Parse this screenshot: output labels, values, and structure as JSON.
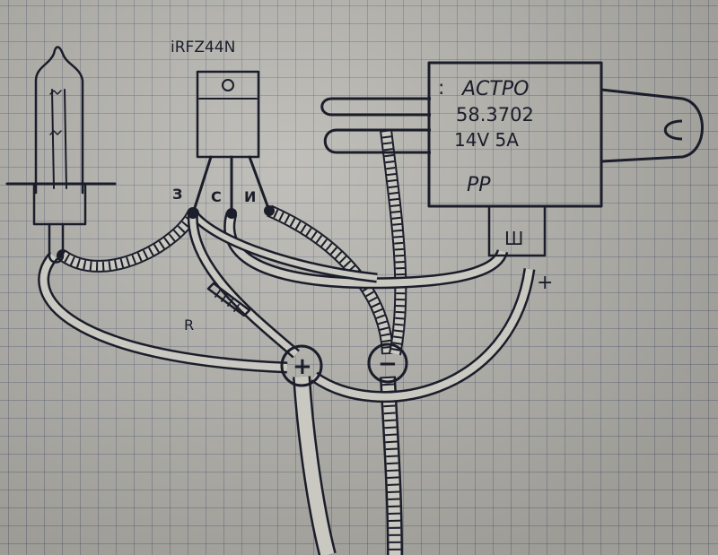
{
  "transistor": {
    "label": "iRFZ44N",
    "pins": {
      "gate": "З",
      "drain": "С",
      "source": "И"
    }
  },
  "relay": {
    "line1": "АСТРО",
    "line2": "58.3702",
    "line3": "14V 5A",
    "line4": "РР",
    "socket": "Ш",
    "dot": ":"
  },
  "resistor": {
    "label": "R"
  },
  "terminals": {
    "plus": "+",
    "minus": "−"
  },
  "relay_plus": "+",
  "colors": {
    "ink": "#1b1d2a",
    "paper": "#b3b2ac",
    "grid": "#465070"
  }
}
